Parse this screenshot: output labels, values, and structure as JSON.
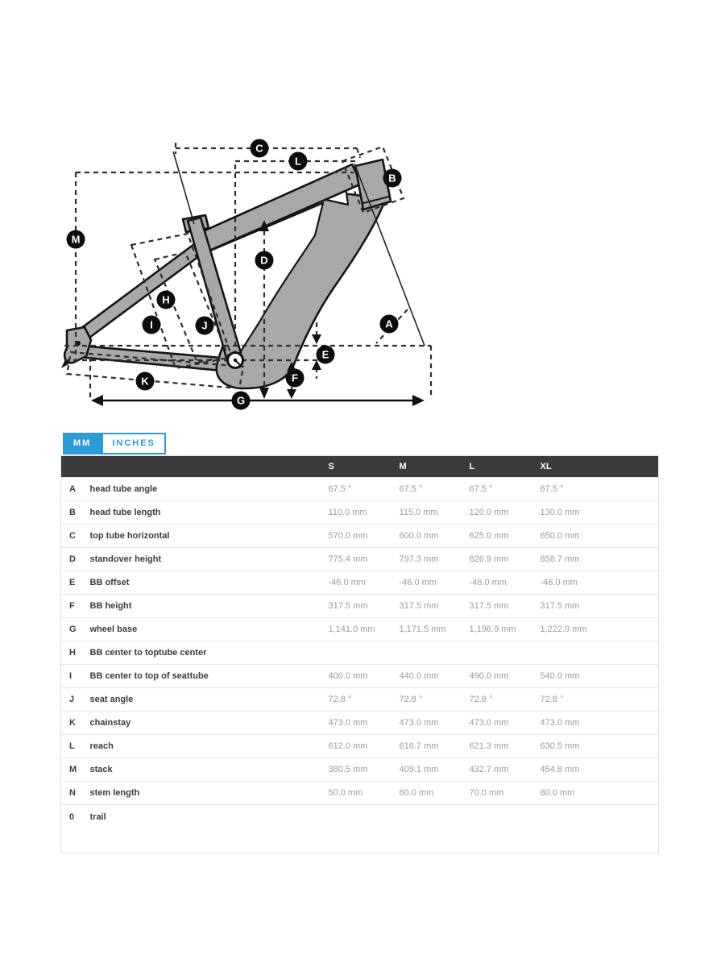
{
  "colors": {
    "accent": "#2b9cd8",
    "table_header_bg": "#3b3b3b",
    "frame_fill": "#a8a8a8",
    "value_text": "#9b9b9b"
  },
  "toggle": {
    "mm_label": "MM",
    "inches_label": "INCHES",
    "active": "MM"
  },
  "diagram": {
    "labels": [
      "C",
      "L",
      "B",
      "M",
      "D",
      "H",
      "I",
      "J",
      "A",
      "E",
      "F",
      "K",
      "G"
    ],
    "bb_marker": "bottom-bracket-center"
  },
  "table": {
    "columns": [
      "S",
      "M",
      "L",
      "XL"
    ],
    "rows": [
      {
        "letter": "A",
        "name": "head tube angle",
        "values": [
          "67.5 °",
          "67.5 °",
          "67.5 °",
          "67.5 °"
        ]
      },
      {
        "letter": "B",
        "name": "head tube length",
        "values": [
          "110.0 mm",
          "115.0 mm",
          "120.0 mm",
          "130.0 mm"
        ]
      },
      {
        "letter": "C",
        "name": "top tube horizontal",
        "values": [
          "570.0 mm",
          "600.0 mm",
          "625.0 mm",
          "650.0 mm"
        ]
      },
      {
        "letter": "D",
        "name": "standover height",
        "values": [
          "775.4 mm",
          "797.3 mm",
          "826.9 mm",
          "858.7 mm"
        ]
      },
      {
        "letter": "E",
        "name": "BB offset",
        "values": [
          "-46.0 mm",
          "-46.0 mm",
          "-46.0 mm",
          "-46.0 mm"
        ]
      },
      {
        "letter": "F",
        "name": "BB height",
        "values": [
          "317.5 mm",
          "317.5 mm",
          "317.5 mm",
          "317.5 mm"
        ]
      },
      {
        "letter": "G",
        "name": "wheel base",
        "values": [
          "1,141.0 mm",
          "1,171.5 mm",
          "1,196.9 mm",
          "1,222.9 mm"
        ]
      },
      {
        "letter": "H",
        "name": "BB center to toptube center",
        "values": [
          "",
          "",
          "",
          ""
        ]
      },
      {
        "letter": "I",
        "name": "BB center to top of seattube",
        "values": [
          "400.0 mm",
          "440.0 mm",
          "490.0 mm",
          "540.0 mm"
        ]
      },
      {
        "letter": "J",
        "name": "seat angle",
        "values": [
          "72.8 °",
          "72.8 °",
          "72.8 °",
          "72.8 °"
        ]
      },
      {
        "letter": "K",
        "name": "chainstay",
        "values": [
          "473.0 mm",
          "473.0 mm",
          "473.0 mm",
          "473.0 mm"
        ]
      },
      {
        "letter": "L",
        "name": "reach",
        "values": [
          "612.0 mm",
          "616.7 mm",
          "621.3 mm",
          "630.5 mm"
        ]
      },
      {
        "letter": "M",
        "name": "stack",
        "values": [
          "380.5 mm",
          "409.1 mm",
          "432.7 mm",
          "454.8 mm"
        ]
      },
      {
        "letter": "N",
        "name": "stem length",
        "values": [
          "50.0 mm",
          "60.0 mm",
          "70.0 mm",
          "80.0 mm"
        ]
      },
      {
        "letter": "0",
        "name": "trail",
        "values": [
          "",
          "",
          "",
          ""
        ]
      }
    ]
  }
}
